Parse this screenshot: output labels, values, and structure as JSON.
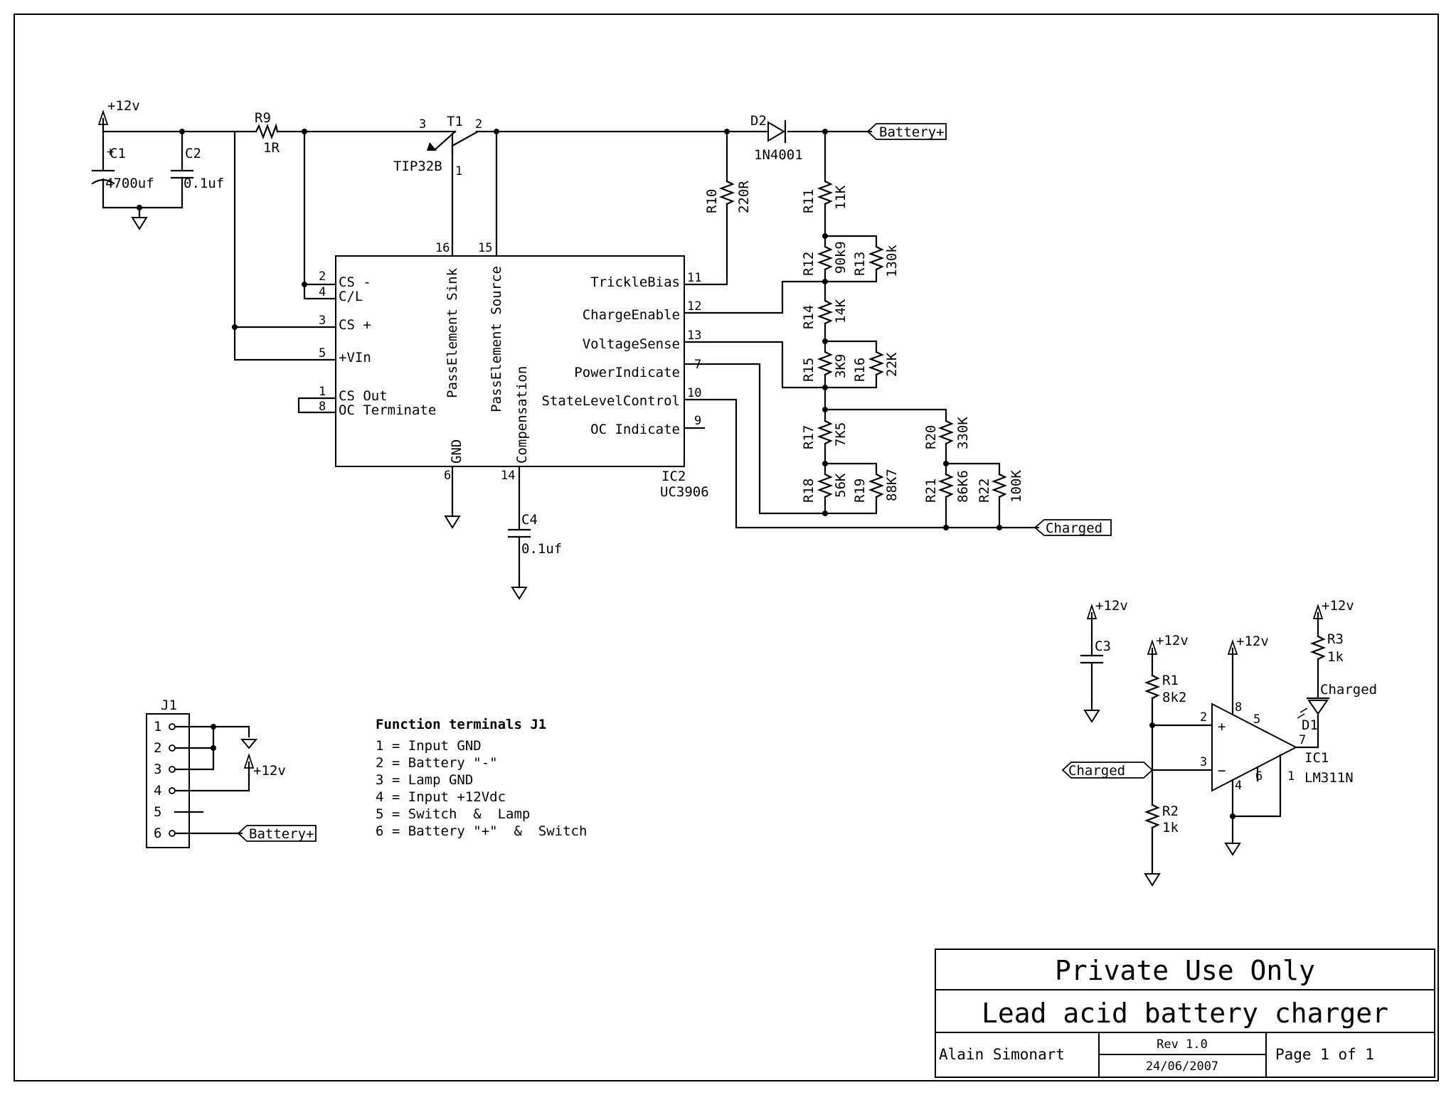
{
  "power": {
    "vcc": "+12v"
  },
  "components": {
    "C1": {
      "ref": "C1",
      "value": "4700uf"
    },
    "C2": {
      "ref": "C2",
      "value": "0.1uf"
    },
    "C3": {
      "ref": "C3"
    },
    "C4": {
      "ref": "C4",
      "value": "0.1uf"
    },
    "R1": {
      "ref": "R1",
      "value": "8k2"
    },
    "R2": {
      "ref": "R2",
      "value": "1k"
    },
    "R3": {
      "ref": "R3",
      "value": "1k"
    },
    "R9": {
      "ref": "R9",
      "value": "1R"
    },
    "R10": {
      "ref": "R10",
      "value": "220R"
    },
    "R11": {
      "ref": "R11",
      "value": "11K"
    },
    "R12": {
      "ref": "R12",
      "value": "90k9"
    },
    "R13": {
      "ref": "R13",
      "value": "130k"
    },
    "R14": {
      "ref": "R14",
      "value": "14K"
    },
    "R15": {
      "ref": "R15",
      "value": "3K9"
    },
    "R16": {
      "ref": "R16",
      "value": "22K"
    },
    "R17": {
      "ref": "R17",
      "value": "7K5"
    },
    "R18": {
      "ref": "R18",
      "value": "56K"
    },
    "R19": {
      "ref": "R19",
      "value": "88K7"
    },
    "R20": {
      "ref": "R20",
      "value": "330K"
    },
    "R21": {
      "ref": "R21",
      "value": "86K6"
    },
    "R22": {
      "ref": "R22",
      "value": "100K"
    },
    "T1": {
      "ref": "T1",
      "value": "TIP32B",
      "pins": [
        "3",
        "2",
        "1"
      ]
    },
    "D1": {
      "ref": "D1",
      "label": "Charged"
    },
    "D2": {
      "ref": "D2",
      "value": "1N4001"
    },
    "IC1": {
      "ref": "IC1",
      "value": "LM311N",
      "pins": [
        "2",
        "3",
        "8",
        "5",
        "4",
        "6",
        "7",
        "1"
      ],
      "signs": [
        "+",
        "−"
      ]
    },
    "IC2": {
      "ref": "IC2",
      "value": "UC3906",
      "left_pins": [
        {
          "num": "2",
          "name": "CS -"
        },
        {
          "num": "4",
          "name": "C/L"
        },
        {
          "num": "3",
          "name": "CS +"
        },
        {
          "num": "5",
          "name": "+VIn"
        },
        {
          "num": "1",
          "name": "CS Out"
        },
        {
          "num": "8",
          "name": "OC Terminate"
        }
      ],
      "right_pins": [
        {
          "num": "11",
          "name": "TrickleBias"
        },
        {
          "num": "12",
          "name": "ChargeEnable"
        },
        {
          "num": "13",
          "name": "VoltageSense"
        },
        {
          "num": "7",
          "name": "PowerIndicate"
        },
        {
          "num": "10",
          "name": "StateLevelControl"
        },
        {
          "num": "9",
          "name": "OC Indicate"
        }
      ],
      "top_pins": [
        {
          "num": "16",
          "name": "PassElement Sink"
        },
        {
          "num": "15",
          "name": "PassElement Source"
        }
      ],
      "bottom_pins": [
        {
          "num": "6",
          "name": "GND"
        },
        {
          "num": "14",
          "name": "Compensation"
        }
      ]
    },
    "J1": {
      "ref": "J1",
      "pins": [
        "1",
        "2",
        "3",
        "4",
        "5",
        "6"
      ]
    }
  },
  "net_labels": {
    "battery_plus": "Battery+",
    "charged": "Charged"
  },
  "function_terminals": {
    "title": "Function terminals J1",
    "lines": [
      "1 = Input GND",
      "2 = Battery \"-\"",
      "3 = Lamp GND",
      "4 = Input +12Vdc",
      "5 = Switch  &  Lamp",
      "6 = Battery \"+\"  &  Switch"
    ]
  },
  "title_block": {
    "line1": "Private Use Only",
    "line2": "Lead acid battery charger",
    "author": "Alain Simonart",
    "rev": "Rev 1.0",
    "date": "24/06/2007",
    "page": "Page 1 of 1"
  }
}
